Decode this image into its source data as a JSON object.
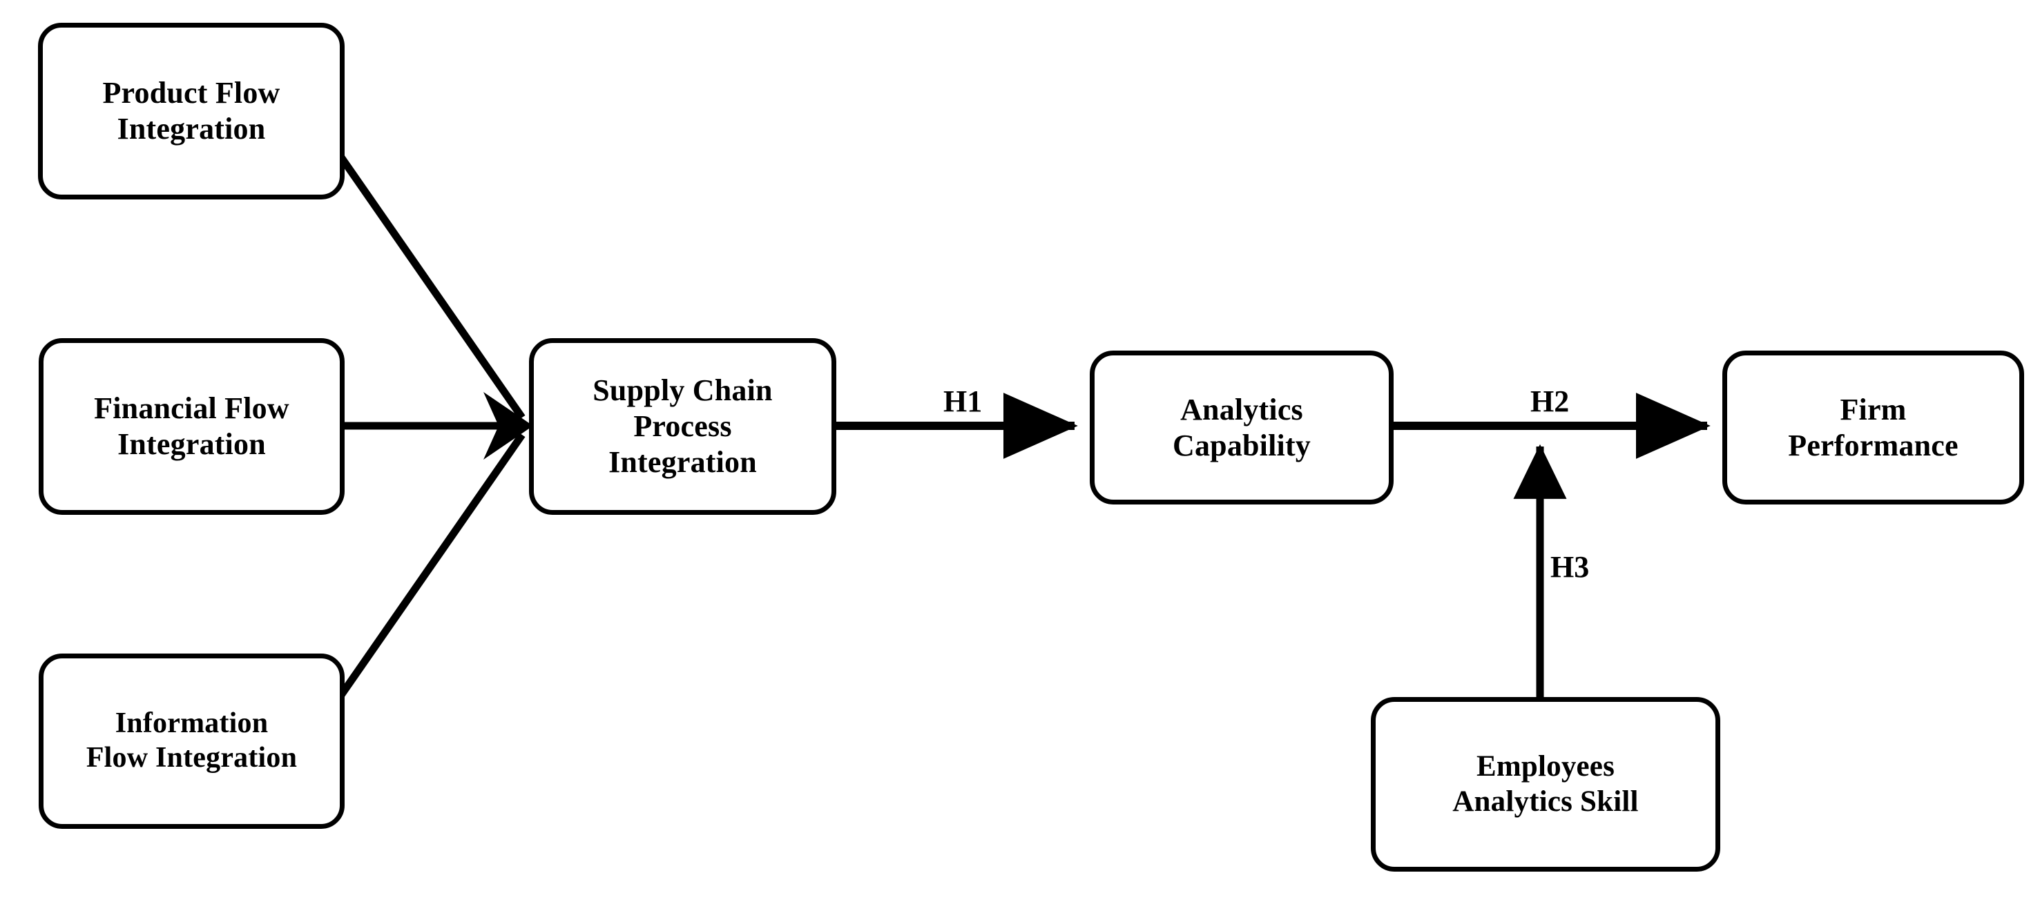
{
  "diagram": {
    "type": "conceptual-research-model",
    "background_color": "#ffffff",
    "stroke_color": "#000000",
    "nodes": [
      {
        "id": "product-flow",
        "label": "Product Flow\nIntegration"
      },
      {
        "id": "financial-flow",
        "label": "Financial Flow\nIntegration"
      },
      {
        "id": "information-flow",
        "label": "Information\nFlow Integration"
      },
      {
        "id": "supply-chain",
        "label": "Supply Chain\nProcess\nIntegration"
      },
      {
        "id": "analytics-cap",
        "label": "Analytics\nCapability"
      },
      {
        "id": "firm-performance",
        "label": "Firm\nPerformance"
      },
      {
        "id": "employees-skill",
        "label": "Employees\nAnalytics Skill"
      }
    ],
    "edges": [
      {
        "id": "e-product-to-scpi",
        "from": "product-flow",
        "to": "supply-chain",
        "label": "",
        "style": "solid-arrow",
        "direction": "diagonal-down-right"
      },
      {
        "id": "e-financial-to-scpi",
        "from": "financial-flow",
        "to": "supply-chain",
        "label": "",
        "style": "solid-arrow",
        "direction": "horizontal-right"
      },
      {
        "id": "e-information-to-scpi",
        "from": "information-flow",
        "to": "supply-chain",
        "label": "",
        "style": "solid-arrow",
        "direction": "diagonal-up-right"
      },
      {
        "id": "e-scpi-to-analytics",
        "from": "supply-chain",
        "to": "analytics-cap",
        "label": "H1",
        "style": "solid-arrow",
        "direction": "horizontal-right"
      },
      {
        "id": "e-analytics-to-firm",
        "from": "analytics-cap",
        "to": "firm-performance",
        "label": "H2",
        "style": "solid-arrow",
        "direction": "horizontal-right"
      },
      {
        "id": "e-skill-moderates-h2",
        "from": "employees-skill",
        "to": "e-analytics-to-firm",
        "label": "H3",
        "style": "solid-arrow",
        "direction": "vertical-up"
      }
    ],
    "edge_labels": {
      "h1": "H1",
      "h2": "H2",
      "h3": "H3"
    }
  }
}
